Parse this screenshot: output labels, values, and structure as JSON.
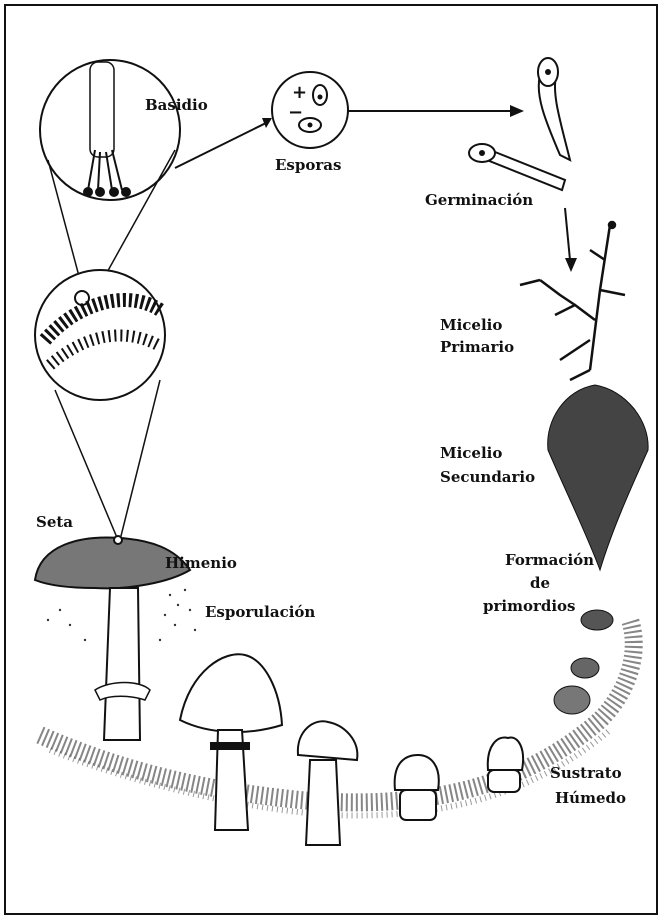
{
  "labels": {
    "basidio": "Basidio",
    "esporas": "Esporas",
    "germinacion": "Germinación",
    "micelio_primario": [
      "Micelio",
      "Primario"
    ],
    "micelio_secundario": [
      "Micelio",
      "Secundario"
    ],
    "formacion": [
      "Formación",
      "de",
      "primordios"
    ],
    "seta": "Seta",
    "himenio": "Himenio",
    "esporulacion": "Esporulación",
    "sustrato": [
      "Sustrato",
      "Húmedo"
    ],
    "spore_plus": "+",
    "spore_minus": "−"
  },
  "colors": {
    "ink": "#111111",
    "paper": "#ffffff"
  }
}
